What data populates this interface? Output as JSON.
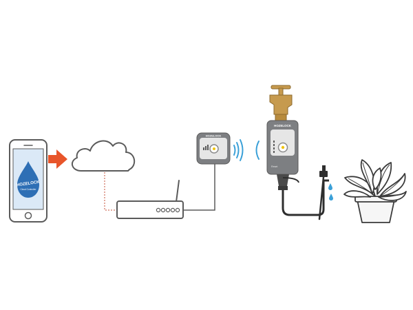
{
  "phone": {
    "brand": "HOZELOCK",
    "app_name": "Cloud Controller"
  },
  "hub": {
    "brand": "HOZELOCK"
  },
  "tap_controller": {
    "brand": "HOZELOCK",
    "button_label": "Reset"
  },
  "colors": {
    "outline": "#5a5a5a",
    "arrow": "#e8552a",
    "phone_screen": "#dbe9f7",
    "drop": "#2e6fb5",
    "device_body": "#7d7f82",
    "device_face": "#e6e6e6",
    "brass": "#c69a4e",
    "signal": "#3aa0d8",
    "plant_pot": "#f6f6f6",
    "connection_line": "#d98a7a",
    "accent_yellow": "#f1c40f"
  },
  "icons": [
    "phone-icon",
    "cloud-icon",
    "router-icon",
    "wifi-hub-icon",
    "tap-icon",
    "water-timer-icon",
    "plant-icon"
  ]
}
